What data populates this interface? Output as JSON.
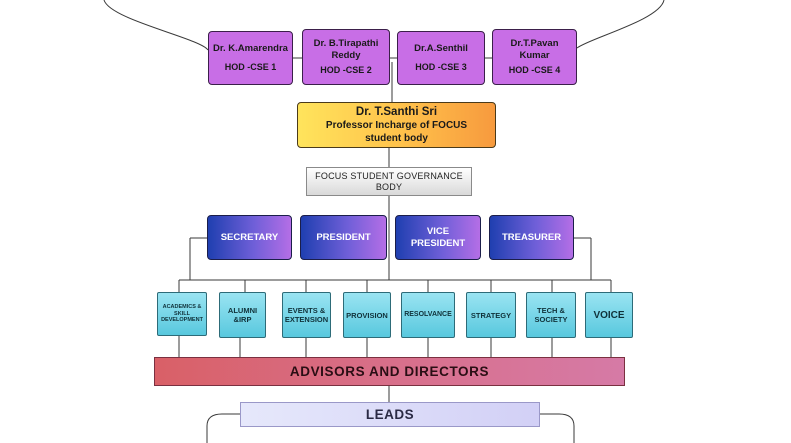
{
  "hods": [
    {
      "name": "Dr. K.Amarendra",
      "dept": "HOD -CSE 1"
    },
    {
      "name": "Dr. B.Tirapathi Reddy",
      "dept": "HOD -CSE 2"
    },
    {
      "name": "Dr.A.Senthil",
      "dept": "HOD -CSE 3"
    },
    {
      "name": "Dr.T.Pavan Kumar",
      "dept": "HOD -CSE 4"
    }
  ],
  "incharge": {
    "name": "Dr. T.Santhi Sri",
    "role": "Professor Incharge of FOCUS student body"
  },
  "governance": {
    "label": "FOCUS STUDENT GOVERNANCE BODY"
  },
  "officers": [
    {
      "label": "SECRETARY"
    },
    {
      "label": "PRESIDENT"
    },
    {
      "label": "VICE PRESIDENT"
    },
    {
      "label": "TREASURER"
    }
  ],
  "clubs": [
    {
      "label": "ACADEMICS & SKILL DEVELOPMENT"
    },
    {
      "label": "ALUMNI &IRP"
    },
    {
      "label": "EVENTS & EXTENSION"
    },
    {
      "label": "PROVISION"
    },
    {
      "label": "RESOLVANCE"
    },
    {
      "label": "STRATEGY"
    },
    {
      "label": "TECH & SOCIETY"
    },
    {
      "label": "VOICE"
    }
  ],
  "advisors": {
    "label": "ADVISORS AND DIRECTORS"
  },
  "leads": {
    "label": "LEADS"
  }
}
